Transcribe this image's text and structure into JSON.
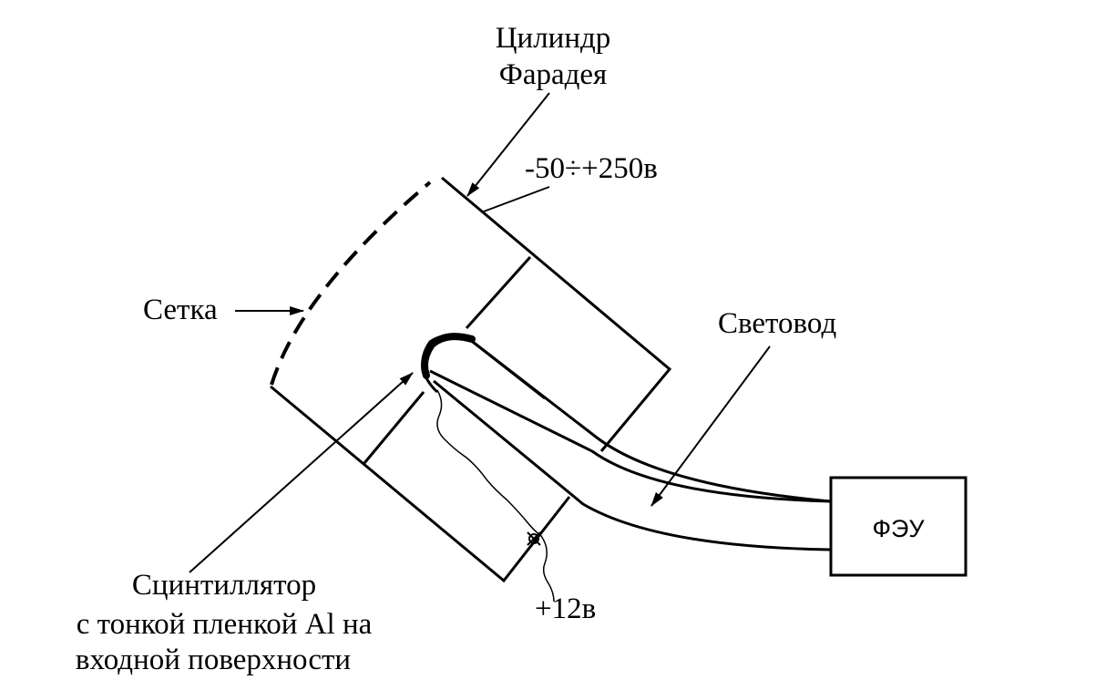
{
  "labels": {
    "faraday_cup_line1": "Цилиндр",
    "faraday_cup_line2": "Фарадея",
    "voltage_cup": "-50÷+250в",
    "grid": "Сетка",
    "light_guide": "Световод",
    "pmt": "ФЭУ",
    "voltage_scint": "+12в",
    "scintillator_line1": "Сцинтиллятор",
    "scintillator_line2": "с тонкой пленкой Al на",
    "scintillator_line3": "входной поверхности"
  },
  "colors": {
    "stroke": "#000000",
    "background": "#ffffff"
  }
}
